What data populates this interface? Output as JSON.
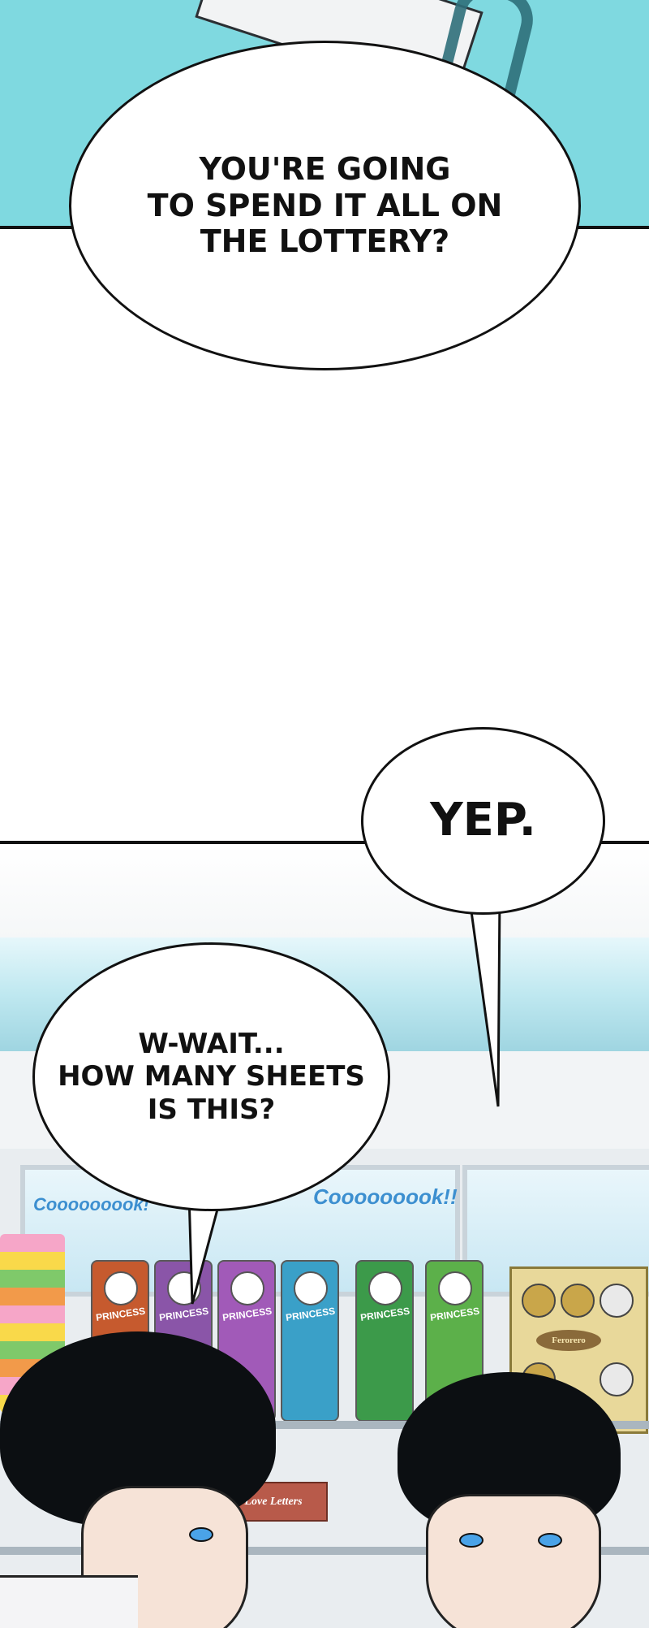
{
  "panels": {
    "top_background": "#7fd9e0",
    "store_band": "#bfe8f0"
  },
  "bubbles": {
    "lottery": "YOU'RE GOING\nTO SPEND IT ALL ON\nTHE LOTTERY?",
    "yep": "YEP.",
    "sheets": "W-WAIT...\nHOW MANY SHEETS\nIS THIS?"
  },
  "store": {
    "can_label": "PRINCESS",
    "poster_left": "Cooooooook!",
    "poster_right": "Cooooooook!!",
    "box_label": "Love Letters",
    "sweets_label": "Ferorero"
  }
}
